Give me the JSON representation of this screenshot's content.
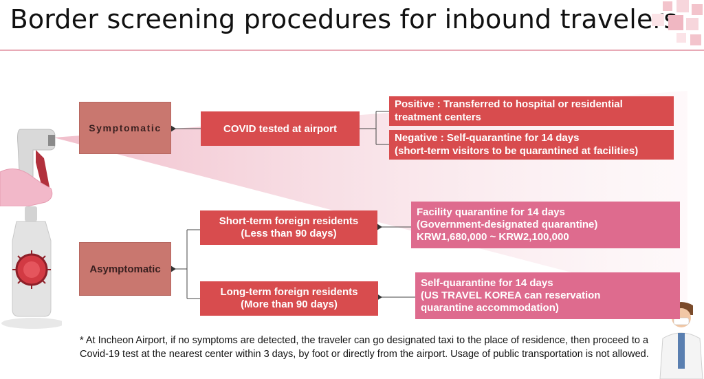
{
  "title": "Border screening procedures for inbound travelers",
  "symptomatic": {
    "label": "Symptomatic",
    "test": "COVID tested at airport",
    "positive": "Positive : Transferred to hospital or residential\ntreatment centers",
    "negative": "Negative : Self-quarantine for 14 days\n(short-term visitors to be quarantined at facilities)"
  },
  "asymptomatic": {
    "label": "Asymptomatic",
    "short_term": "Short-term foreign residents\n(Less than 90 days)",
    "long_term": "Long-term foreign residents\n(More than 90 days)",
    "facility": "Facility quarantine for 14 days\n(Government-designated quarantine)\nKRW1,680,000 ~ KRW2,100,000",
    "self": "Self-quarantine for 14 days\n(US TRAVEL KOREA  can reservation\nquarantine accommodation)"
  },
  "footnote": "* At Incheon Airport, if no symptoms are detected, the traveler can go designated taxi to the place of residence, then proceed to a Covid-19 test at the nearest center within 3 days, by foot or directly from the airport. Usage of public transportation is not allowed.",
  "colors": {
    "category": "#c9776f",
    "red_box": "#d84c4e",
    "pink_box": "#de6b8e",
    "accent_line": "#e8aab6"
  },
  "icons": [
    "thermometer-gun-icon",
    "sanitizer-bottle-icon",
    "virus-icon",
    "doctor-icon",
    "decorative-squares"
  ]
}
